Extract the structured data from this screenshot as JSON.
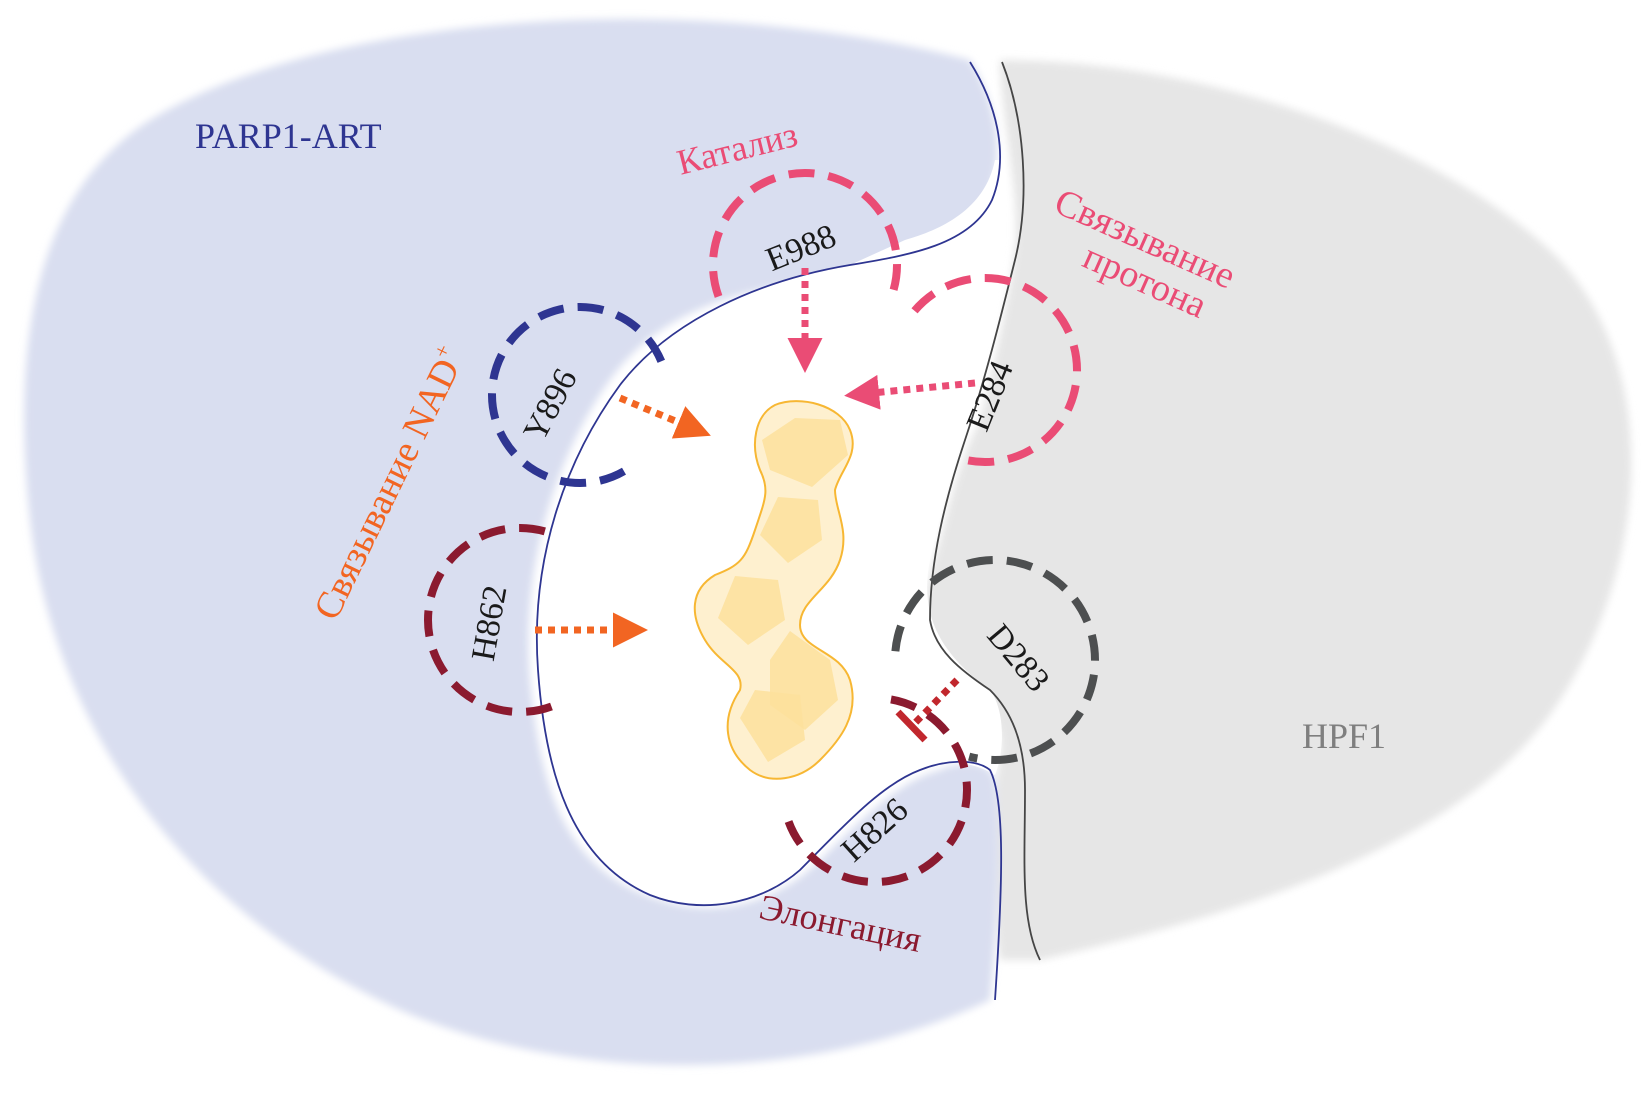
{
  "colors": {
    "parp_fill": "#d9def0",
    "parp_outline": "#2e3591",
    "hpf_fill": "#e6e6e6",
    "hpf_outline": "#454545",
    "pocket_fill": "#ffffff",
    "catalysis": "#ea4c75",
    "nad_binding": "#f26522",
    "elongation": "#8b1a2f",
    "y896_ring": "#2e3591",
    "d283_ring": "#4d4f50",
    "inhibit": "#c1272d",
    "substrate_fill": "#fef0cf",
    "substrate_core": "#fde19c",
    "substrate_outline": "#f7b733",
    "hpf_label": "#7f7f7f",
    "residue_text": "#1a1a1a"
  },
  "labels": {
    "parp": "PARP1-ART",
    "hpf": "HPF1",
    "catalysis": "Катализ",
    "nad_binding": "Связывание NAD",
    "nad_superscript": "+",
    "proton_line1": "Связывание",
    "proton_line2": "протона",
    "elongation": "Элонгация"
  },
  "residues": [
    {
      "id": "E988",
      "label": "E988",
      "group": "catalysis",
      "protein": "PARP1-ART"
    },
    {
      "id": "Y896",
      "label": "Y896",
      "group": "nad_binding",
      "protein": "PARP1-ART"
    },
    {
      "id": "H862",
      "label": "H862",
      "group": "elongation",
      "protein": "PARP1-ART"
    },
    {
      "id": "H826",
      "label": "H826",
      "group": "elongation",
      "protein": "PARP1-ART"
    },
    {
      "id": "E284",
      "label": "E284",
      "group": "proton_binding",
      "protein": "HPF1"
    },
    {
      "id": "D283",
      "label": "D283",
      "group": "inhibition",
      "protein": "HPF1"
    }
  ],
  "interactions": [
    {
      "from": "E988",
      "to": "substrate",
      "type": "arrow",
      "color": "catalysis"
    },
    {
      "from": "E284",
      "to": "substrate",
      "type": "arrow",
      "color": "catalysis"
    },
    {
      "from": "Y896",
      "to": "substrate",
      "type": "arrow",
      "color": "nad_binding"
    },
    {
      "from": "H862",
      "to": "substrate",
      "type": "arrow",
      "color": "nad_binding"
    },
    {
      "from": "D283",
      "to": "H826",
      "type": "inhibition",
      "color": "inhibit"
    }
  ]
}
